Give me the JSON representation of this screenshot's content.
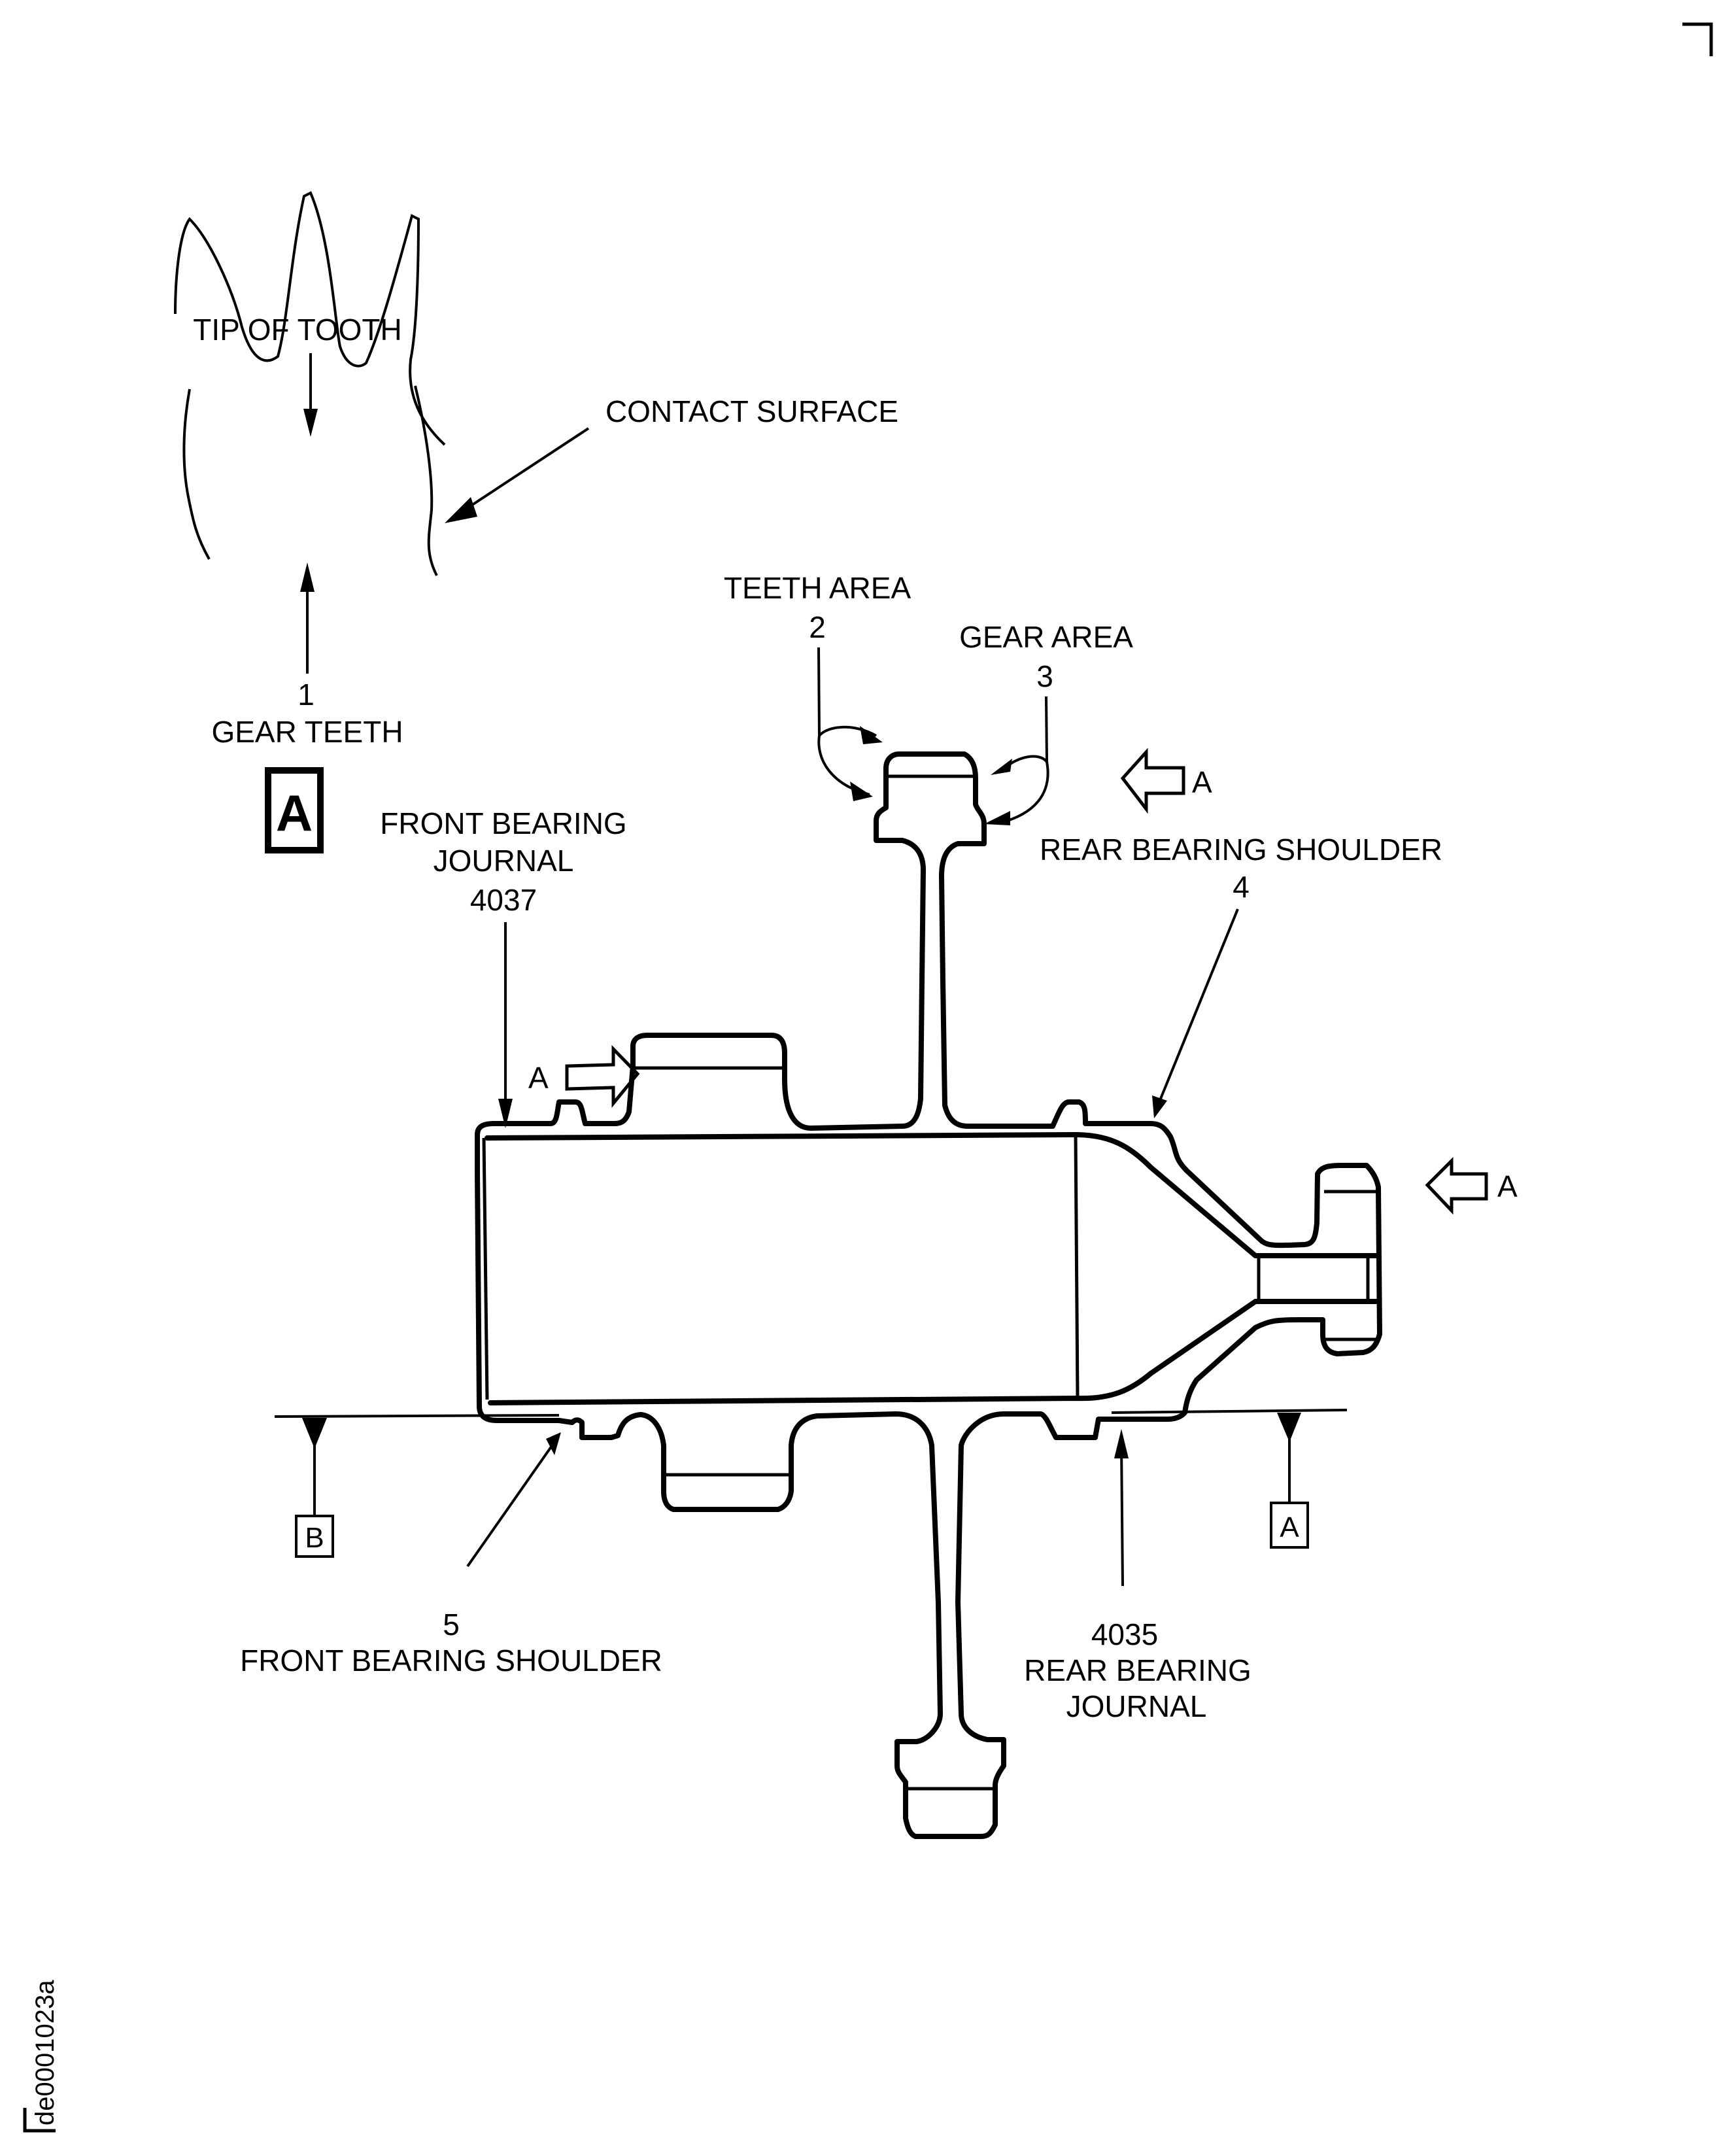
{
  "figure": {
    "id_label": "de0001023a",
    "view_marker": "A",
    "detail_inset": {
      "tip_label": "TIP OF TOOTH",
      "contact_label": "CONTACT SURFACE",
      "gear_teeth_number": "1",
      "gear_teeth_label": "GEAR TEETH"
    },
    "callouts": {
      "teeth_area": {
        "label": "TEETH AREA",
        "number": "2"
      },
      "gear_area": {
        "label": "GEAR AREA",
        "number": "3"
      },
      "rear_bearing_shoulder": {
        "label": "REAR BEARING SHOULDER",
        "number": "4"
      },
      "front_bearing_shoulder": {
        "label": "FRONT BEARING SHOULDER",
        "number": "5"
      },
      "front_bearing_journal": {
        "line1": "FRONT BEARING",
        "line2": "JOURNAL",
        "number": "4037"
      },
      "rear_bearing_journal": {
        "line1": "REAR BEARING",
        "line2": "JOURNAL",
        "number": "4035"
      }
    },
    "view_arrows": {
      "top_right": "A",
      "left_hub": "A",
      "right_end": "A"
    },
    "datums": {
      "left": "B",
      "right": "A"
    }
  }
}
